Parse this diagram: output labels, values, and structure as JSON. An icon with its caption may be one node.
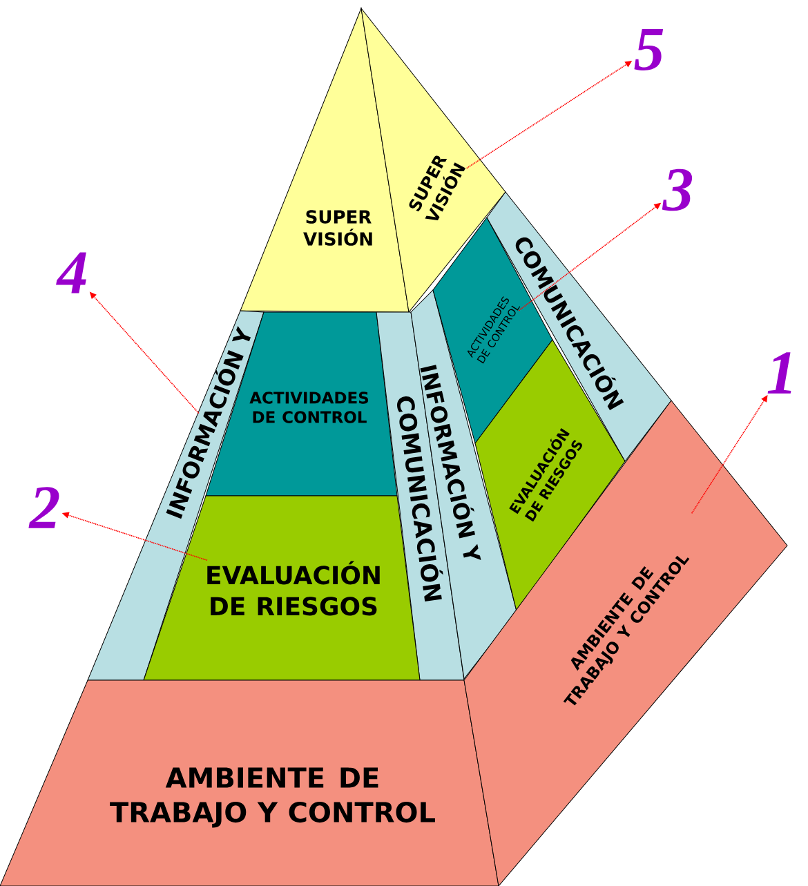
{
  "diagram": {
    "nodes": [
      {
        "text": [
          "SUPER VISIÓN"
        ]
      },
      {
        "text": [
          "SUPER VISIÓN"
        ]
      },
      {
        "text": [
          "INFORMACIÓN Y"
        ]
      },
      {
        "text": [
          "ACTIVIDADES DE CONTROL"
        ]
      },
      {
        "text": [
          "COMUNICACIÓN"
        ]
      },
      {
        "text": [
          "INFORMACIÓN Y"
        ]
      },
      {
        "text": [
          "ACTIVIDADES DE CONTROL"
        ]
      },
      {
        "text": [
          "COMUNICACIÓN"
        ]
      },
      {
        "text": [
          "EVALUACIÓN DE RIESGOS"
        ]
      },
      {
        "text": [
          "EVALUACIÓN DE RIESGOS"
        ]
      },
      {
        "text": [
          "AMBIENTE DE TRABAJO Y CONTROL"
        ]
      },
      {
        "text": [
          "AMBIENTE DE TRABAJO Y CONTROL"
        ]
      },
      {
        "text": [
          "5"
        ]
      },
      {
        "text": [
          "3"
        ]
      },
      {
        "text": [
          "4"
        ]
      },
      {
        "text": [
          "2"
        ]
      },
      {
        "text": [
          "1"
        ]
      }
    ],
    "edges": [
      {
        "from": 1,
        "to": 12,
        "arrow": "to",
        "style": "dashed"
      },
      {
        "from": 6,
        "to": 13,
        "arrow": "to",
        "style": "dashed"
      },
      {
        "from": 2,
        "to": 14,
        "arrow": "to",
        "style": "dashed"
      },
      {
        "from": 8,
        "to": 15,
        "arrow": "to",
        "style": "dashed"
      },
      {
        "from": 11,
        "to": 16,
        "arrow": "to",
        "style": "dashed"
      }
    ]
  }
}
